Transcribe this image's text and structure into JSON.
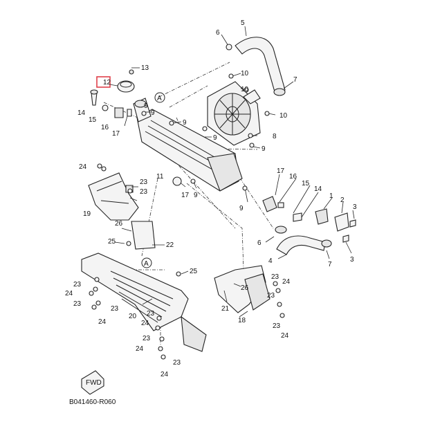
{
  "diagram": {
    "code": "B041460-R060",
    "fwd_label": "FWD",
    "ref_marker": "A",
    "highlight_part": "12",
    "callouts": {
      "c1": "1",
      "c2": "2",
      "c3a": "3",
      "c3b": "3",
      "c4": "4",
      "c5": "5",
      "c6a": "6",
      "c6b": "6",
      "c7a": "7",
      "c7b": "7",
      "c8": "8",
      "c9a": "9",
      "c9b": "9",
      "c9c": "9",
      "c9d": "9",
      "c9e": "9",
      "c10a": "10",
      "c10b": "10",
      "c10c": "10",
      "c11": "11",
      "c13": "13",
      "c14a": "14",
      "c14b": "14",
      "c15a": "15",
      "c15b": "15",
      "c16a": "16",
      "c16b": "16",
      "c17a": "17",
      "c17b": "17",
      "c17c": "17",
      "c18": "18",
      "c19": "19",
      "c20": "20",
      "c21": "21",
      "c22": "22",
      "c23a": "23",
      "c23b": "23",
      "c23c": "23",
      "c23d": "23",
      "c23e": "23",
      "c23f": "23",
      "c23g": "23",
      "c23h": "23",
      "c23i": "23",
      "c23j": "23",
      "c24a": "24",
      "c24b": "24",
      "c24c": "24",
      "c24d": "24",
      "c24e": "24",
      "c24f": "24",
      "c25a": "25",
      "c25b": "25",
      "c26a": "26",
      "c26b": "26"
    }
  }
}
